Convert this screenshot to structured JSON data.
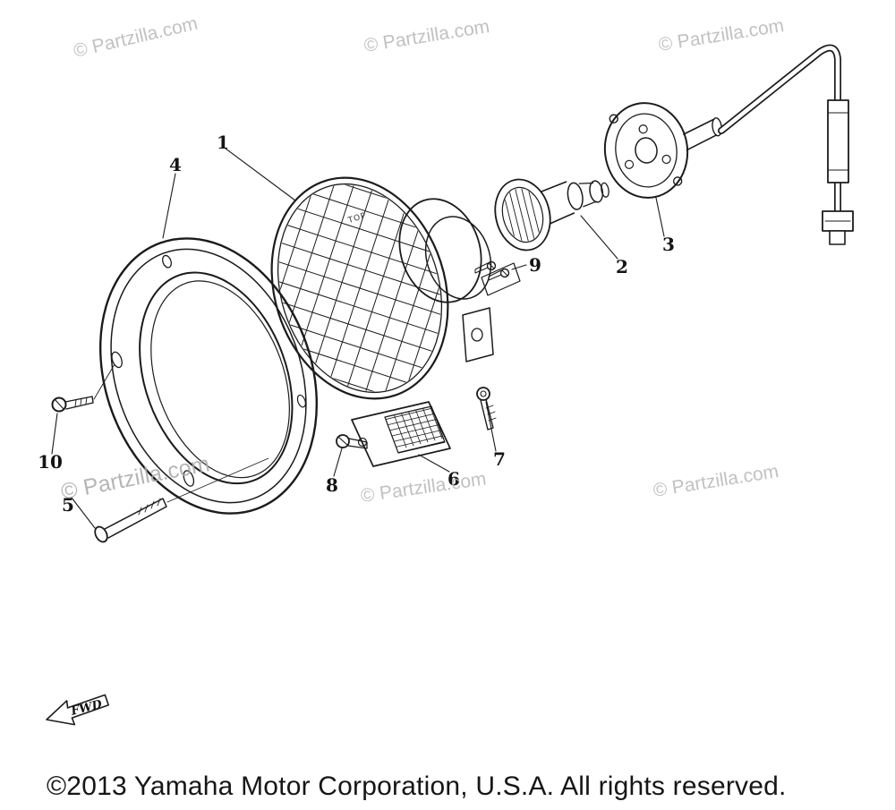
{
  "watermark": {
    "text": "© Partzilla.com"
  },
  "callouts": [
    {
      "label": "1"
    },
    {
      "label": "2"
    },
    {
      "label": "3"
    },
    {
      "label": "4"
    },
    {
      "label": "5"
    },
    {
      "label": "6"
    },
    {
      "label": "7"
    },
    {
      "label": "8"
    },
    {
      "label": "9"
    },
    {
      "label": "10"
    }
  ],
  "lens": {
    "top_marking": "TOP"
  },
  "fwd": {
    "label": "FWD"
  },
  "footer": {
    "copyright": "©2013 Yamaha Motor Corporation, U.S.A. All rights reserved."
  },
  "colors": {
    "line": "#1b1b1b",
    "watermark": "#b7b7b7",
    "background": "#ffffff"
  }
}
